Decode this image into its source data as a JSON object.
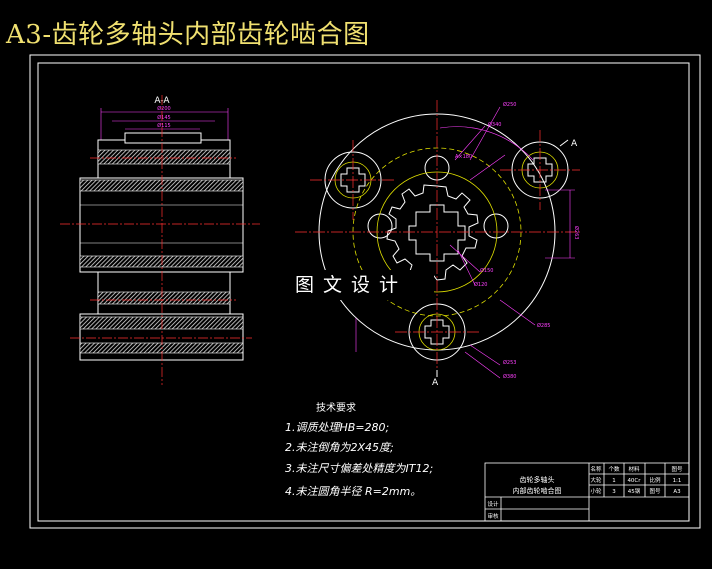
{
  "title": "A3-齿轮多轴头内部齿轮啮合图",
  "section_view": {
    "label": "A-A",
    "dimensions": [
      "Ø200",
      "Ø145",
      "Ø115"
    ]
  },
  "front_view": {
    "cut_marker": "A",
    "dimensions": [
      "Ø250",
      "Ø340",
      "A×180",
      "Ø150",
      "Ø120",
      "Ø263",
      "Ø253",
      "Ø380",
      "Ø285"
    ]
  },
  "watermark": "图文设计",
  "technical_requirements": {
    "heading": "技术要求",
    "items": [
      "1.调质处理HB=280;",
      "2.未注倒角为2X45度;",
      "3.未注尺寸偏差处精度为IT12;",
      "4.未注圆角半径 R=2mm。"
    ]
  },
  "title_block": {
    "drawing_name_line1": "齿轮多轴头",
    "drawing_name_line2": "内部齿轮啮合图",
    "headers": [
      "名称",
      "个数",
      "材料",
      "",
      "图号"
    ],
    "rows": [
      [
        "大轮",
        "1",
        "40Cr",
        "比例",
        "1:1"
      ],
      [
        "小轮",
        "3",
        "45钢",
        "图号",
        "A3"
      ]
    ],
    "footer_labels": [
      "设计",
      "审核"
    ]
  },
  "colors": {
    "background": "#000000",
    "frame": "#ffffff",
    "title": "#f0e070",
    "centerline": "#ff3030",
    "outline": "#ffffff",
    "hidden": "#e0e000",
    "dimension": "#ff40ff",
    "section_fill": "#d8d8d8"
  }
}
